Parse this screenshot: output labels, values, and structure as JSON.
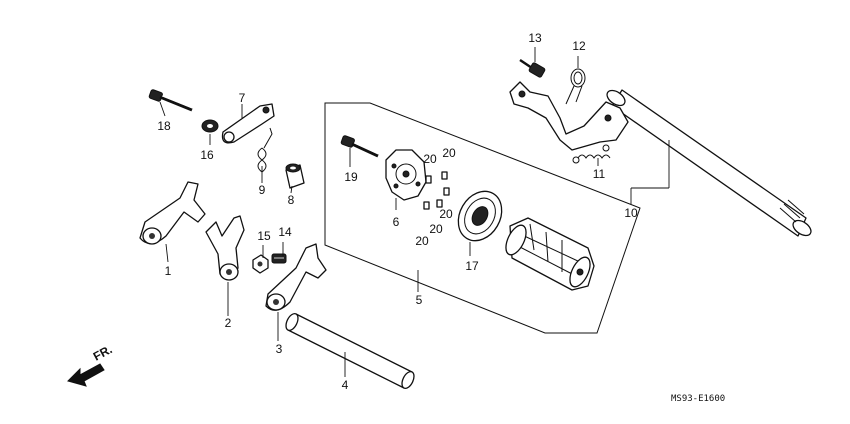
{
  "diagram": {
    "callouts": {
      "p1": "1",
      "p2": "2",
      "p3": "3",
      "p4": "4",
      "p5": "5",
      "p6": "6",
      "p7": "7",
      "p8": "8",
      "p9": "9",
      "p10": "10",
      "p11": "11",
      "p12": "12",
      "p13": "13",
      "p14": "14",
      "p15": "15",
      "p16": "16",
      "p17": "17",
      "p18": "18",
      "p19": "19",
      "p20a": "20",
      "p20b": "20",
      "p20c": "20",
      "p20d": "20",
      "p20e": "20"
    },
    "direction_label": "FR.",
    "drawing_code": "MS93-E1600",
    "colors": {
      "ink": "#111111",
      "paper": "#ffffff"
    }
  }
}
